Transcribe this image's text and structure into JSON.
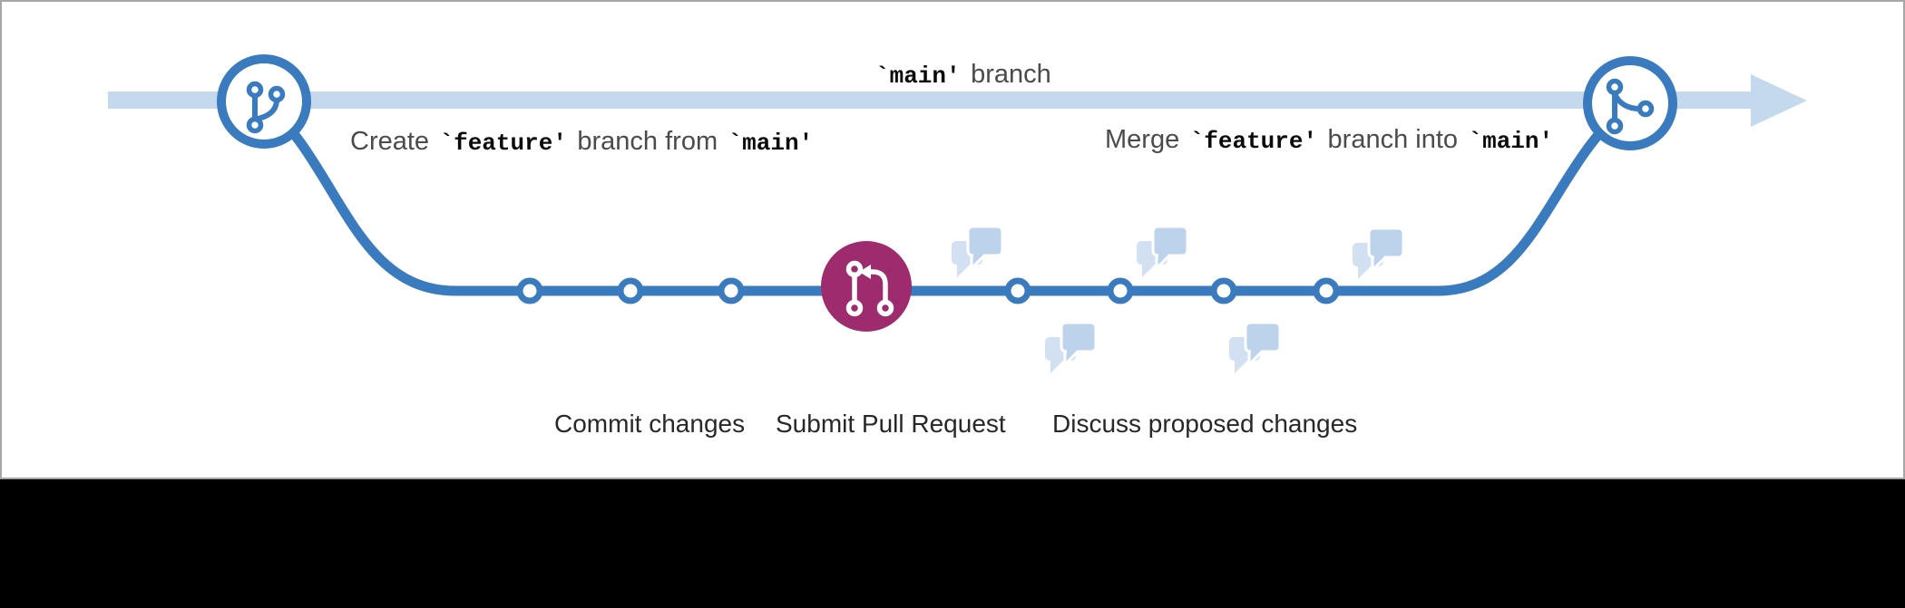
{
  "colors": {
    "branch_blue": "#3a7abf",
    "main_line_blue": "#c5d9ee",
    "pr_purple": "#9e2b6e",
    "bubble_front": "#bdd3ec",
    "bubble_back": "#d2e0f2",
    "label_gray": "#4b4b4b",
    "code_black": "#0b0b0b",
    "step_label_color": "#282828",
    "frame_border": "#a6a6a6",
    "letterbox_black": "#000000",
    "canvas_white": "#ffffff"
  },
  "annotations": {
    "main_branch": {
      "code": "`main'",
      "text": "branch"
    },
    "create_branch": {
      "prefix": "Create",
      "code1": "`feature'",
      "middle": "branch from",
      "code2": "`main'"
    },
    "merge_branch": {
      "prefix": "Merge",
      "code1": "`feature'",
      "middle": "branch into",
      "code2": "`main'"
    }
  },
  "steps": {
    "commit": "Commit changes",
    "pull_request": "Submit Pull Request",
    "discuss": "Discuss proposed changes"
  },
  "icons": {
    "start_node": "git-branch-icon",
    "end_node": "git-merge-icon",
    "pull_request_node": "git-pull-request-icon",
    "discussion": "speech-bubbles-icon",
    "main_line_end": "arrow-right-icon"
  },
  "diagram": {
    "commit_node_count": 7,
    "discussion_cluster_count": 5
  }
}
